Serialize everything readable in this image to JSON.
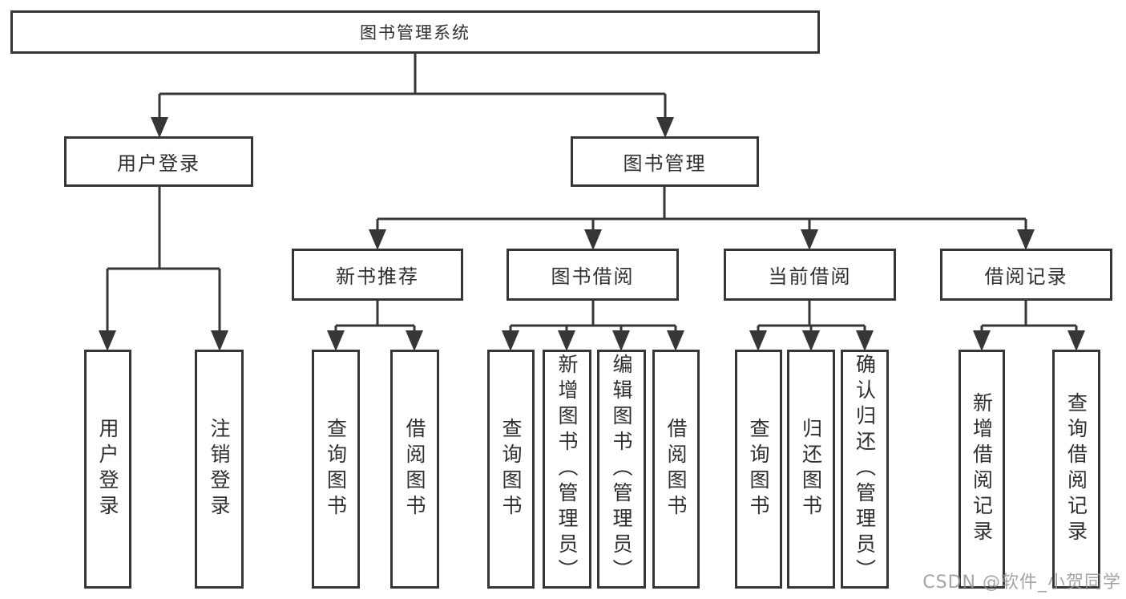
{
  "diagram": {
    "root": "图书管理系统",
    "level2": {
      "user": "用户登录",
      "book": "图书管理"
    },
    "user_children": [
      "用户登录",
      "注销登录"
    ],
    "sections": [
      {
        "label": "新书推荐",
        "children": [
          "查询图书",
          "借阅图书"
        ]
      },
      {
        "label": "图书借阅",
        "children": [
          "查询图书",
          "新增图书（管理员）",
          "编辑图书（管理员）",
          "借阅图书"
        ]
      },
      {
        "label": "当前借阅",
        "children": [
          "查询图书",
          "归还图书",
          "确认归还（管理员）"
        ]
      },
      {
        "label": "借阅记录",
        "children": [
          "新增借阅记录",
          "查询借阅记录"
        ]
      }
    ],
    "watermark": "CSDN @软件_小贺同学",
    "colors": {
      "line": "#363636",
      "text": "#2f2f2f",
      "watermark": "#949494",
      "background": "#ffffff"
    }
  }
}
